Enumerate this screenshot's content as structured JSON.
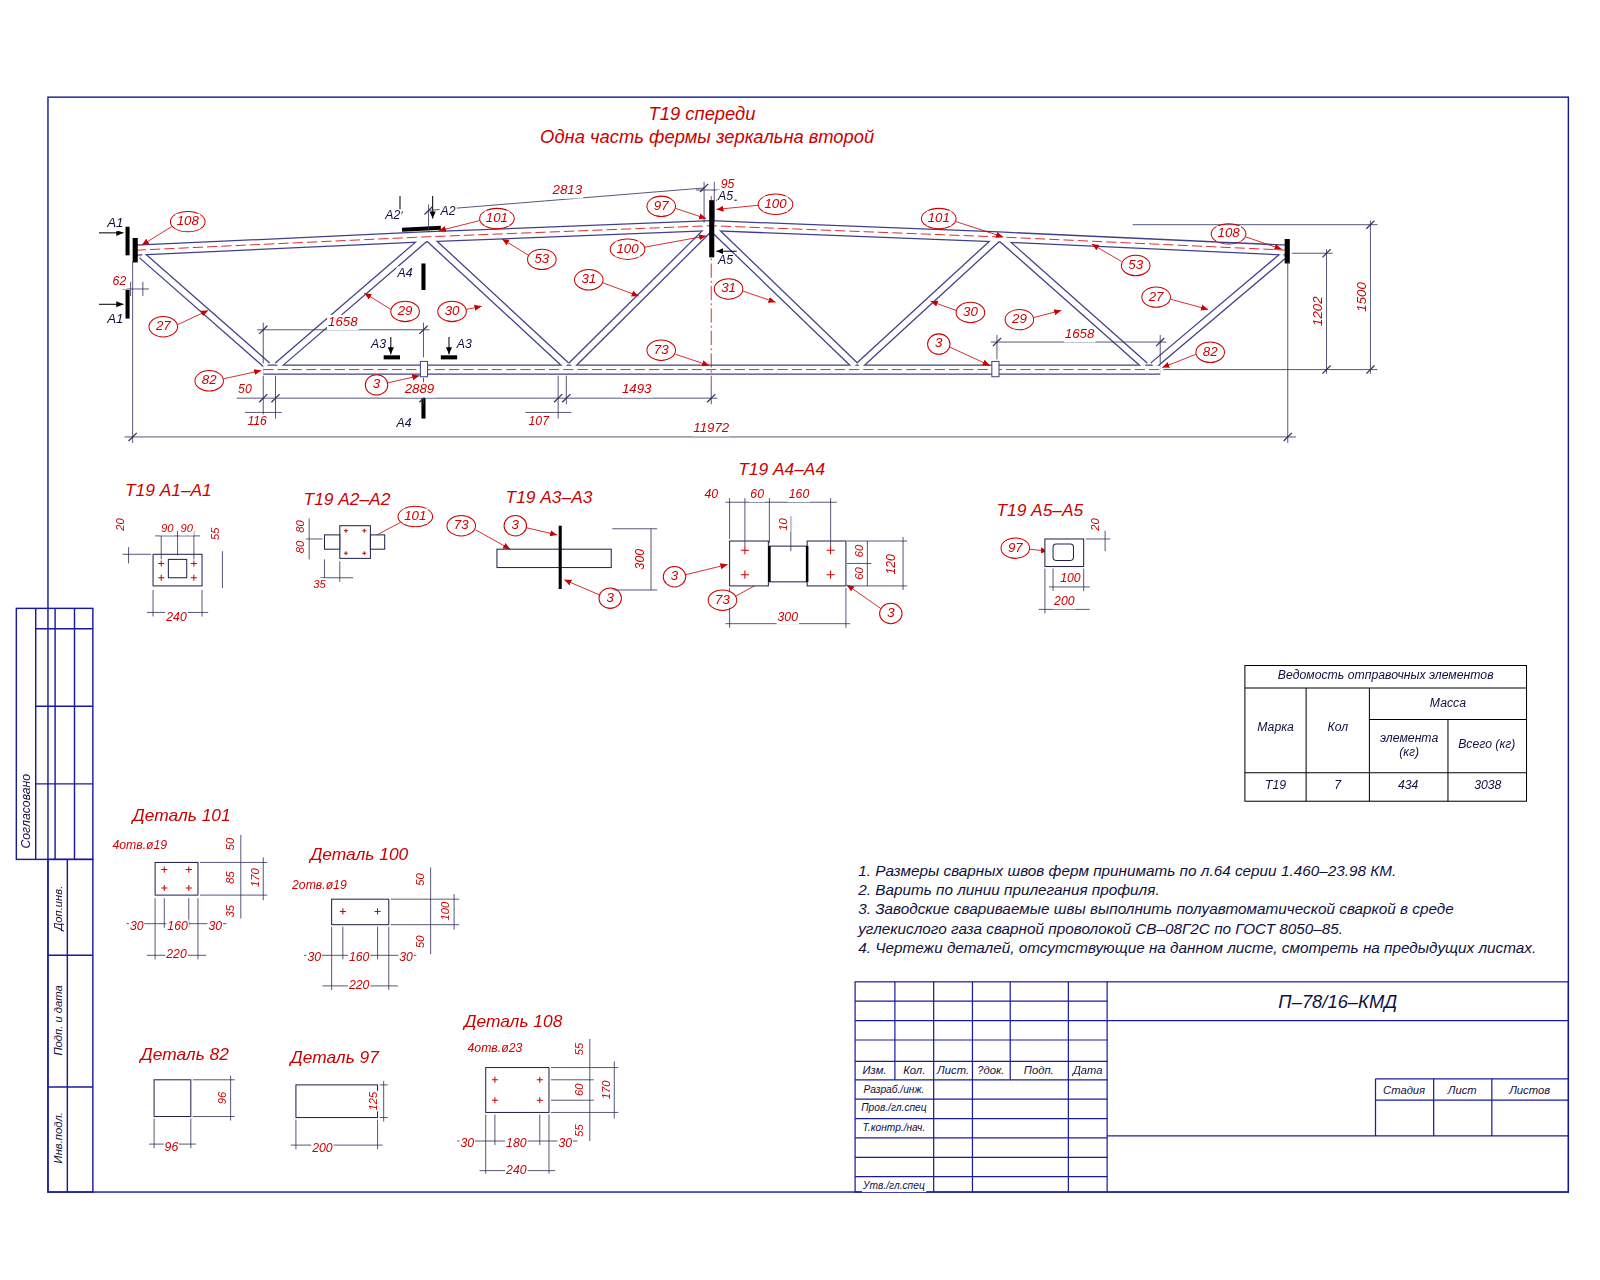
{
  "diagram": {
    "title": "Т19 спереди",
    "labels": [
      "Одна часть фермы зеркальна второй",
      "2813",
      "95",
      "А5",
      "А5",
      "А1",
      "А1",
      "А2",
      "А2",
      "А4",
      "А4",
      "А3",
      "А3",
      "62",
      "1658",
      "1658",
      "50",
      "116",
      "2889",
      "107",
      "1493",
      "11972",
      "1202",
      "1500",
      "108",
      "101",
      "53",
      "97",
      "100",
      "100",
      "31",
      "31",
      "27",
      "29",
      "30",
      "73",
      "3",
      "82",
      "101",
      "108",
      "53",
      "27",
      "30",
      "29",
      "3",
      "82",
      "Т19 А1–А1",
      "20",
      "90",
      "90",
      "55",
      "240",
      "Т19 А2–А2",
      "80",
      "80",
      "35",
      "101",
      "Т19 А3–А3",
      "73",
      "3",
      "3",
      "300",
      "Т19 А4–А4",
      "40",
      "60",
      "160",
      "10",
      "60",
      "60",
      "120",
      "300",
      "3",
      "73",
      "3",
      "Т19 А5–А5",
      "20",
      "100",
      "200",
      "97",
      "Ведомость отправочных элементов",
      "Марка",
      "Кол",
      "Масса",
      "элемента (кг)",
      "Всего (кг)",
      "Т19",
      "7",
      "434",
      "3038",
      "Деталь 101",
      "4отв.ø19",
      "50",
      "85",
      "35",
      "170",
      "30",
      "160",
      "30",
      "220",
      "Деталь 100",
      "2отв.ø19",
      "50",
      "100",
      "50",
      "30",
      "160",
      "30",
      "220",
      "Деталь 82",
      "96",
      "96",
      "Деталь 97",
      "125",
      "200",
      "Деталь 108",
      "4отв.ø23",
      "55",
      "60",
      "55",
      "170",
      "30",
      "180",
      "30",
      "240",
      "1. Размеры сварных швов ферм принимать по л.64 серии 1.460–23.98 КМ.",
      "2. Варить по линии прилегания профиля.",
      "3. Заводские свариваемые швы выполнить полуавтоматической сваркой в среде углекислого газа сварной проволокой СВ–08Г2С по ГОСТ 8050–85.",
      "4. Чертежи деталей, отсутствующие на данном листе, смотреть на предыдущих листах.",
      "П–78/16–КМД",
      "Изм.",
      "Кол.",
      "Лист.",
      "?док.",
      "Подп.",
      "Дата",
      "Разраб./инж.",
      "Пров./гл.спец",
      "Т.контр./нач.",
      "Утв./гл.спец",
      "Стадия",
      "Лист",
      "Листов",
      "Согласовано",
      "Доп.инв.",
      "Подп. и дата",
      "Инв.подл."
    ]
  }
}
